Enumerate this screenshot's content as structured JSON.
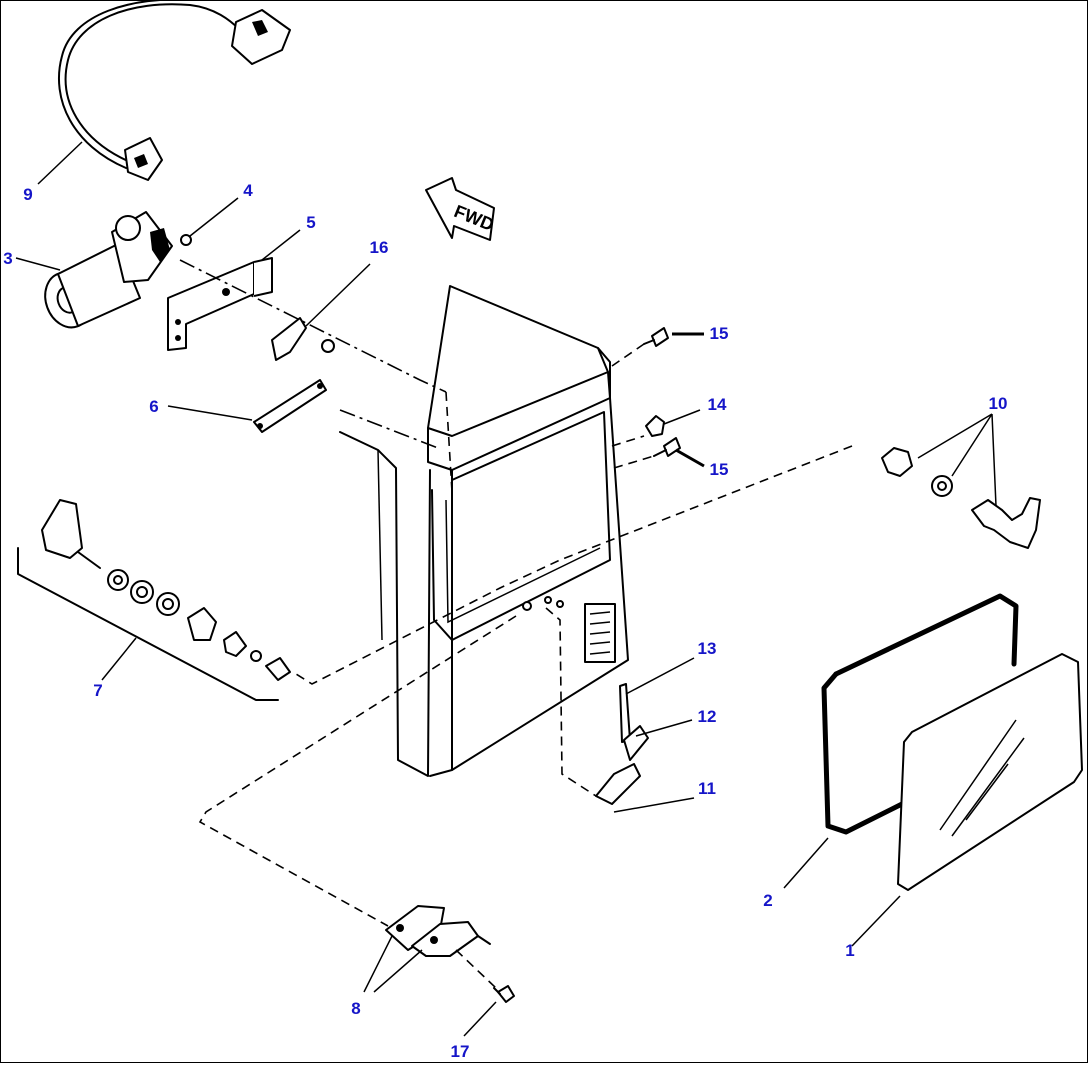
{
  "direction_label": "FWD",
  "callouts": [
    {
      "id": "1",
      "label": "1"
    },
    {
      "id": "2",
      "label": "2"
    },
    {
      "id": "3",
      "label": "3"
    },
    {
      "id": "4",
      "label": "4"
    },
    {
      "id": "5",
      "label": "5"
    },
    {
      "id": "6",
      "label": "6"
    },
    {
      "id": "7",
      "label": "7"
    },
    {
      "id": "8",
      "label": "8"
    },
    {
      "id": "9",
      "label": "9"
    },
    {
      "id": "10",
      "label": "10"
    },
    {
      "id": "11",
      "label": "11"
    },
    {
      "id": "12",
      "label": "12"
    },
    {
      "id": "13",
      "label": "13"
    },
    {
      "id": "14",
      "label": "14"
    },
    {
      "id": "15a",
      "label": "15"
    },
    {
      "id": "15b",
      "label": "15"
    },
    {
      "id": "16",
      "label": "16"
    },
    {
      "id": "17",
      "label": "17"
    }
  ],
  "colors": {
    "callout": "#1515c8",
    "line": "#000000",
    "background": "#ffffff"
  }
}
